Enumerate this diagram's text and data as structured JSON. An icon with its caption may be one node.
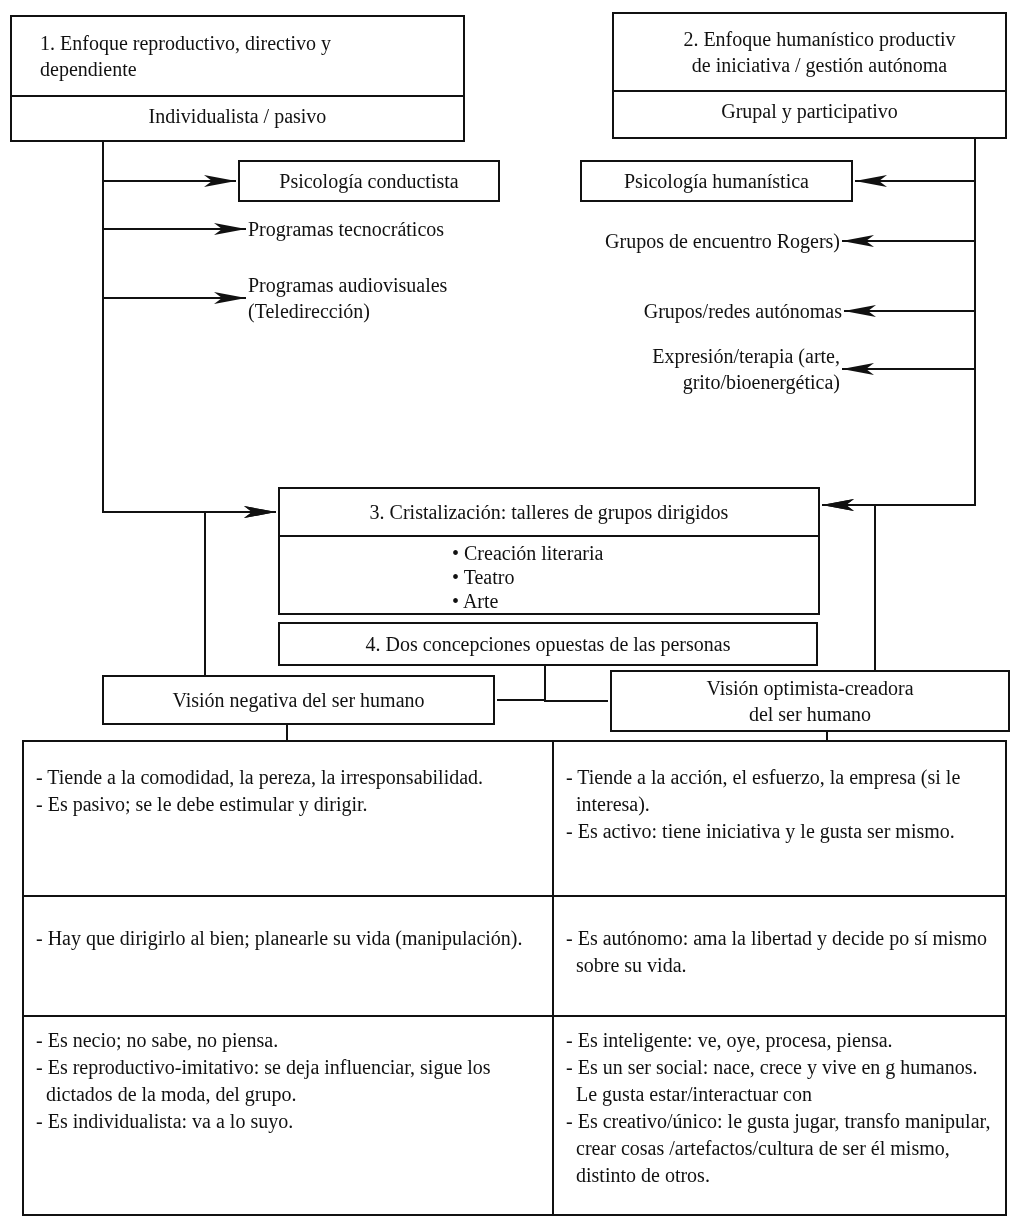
{
  "diagram": {
    "nodes": [
      {
        "text": [
          "1. Enfoque reproductivo, directivo y dependiente",
          "Individualista / pasivo"
        ]
      },
      {
        "text": [
          "2. Enfoque humanístico productiv de iniciativa / gestión autónoma",
          "Grupal y participativo"
        ]
      },
      {
        "text": [
          "Psicología conductista"
        ]
      },
      {
        "text": [
          "Programas tecnocráticos"
        ]
      },
      {
        "text": [
          "Programas audiovisuales (Teledirección)"
        ]
      },
      {
        "text": [
          "Psicología humanística"
        ]
      },
      {
        "text": [
          "Grupos de encuentro Rogers)"
        ]
      },
      {
        "text": [
          "Grupos/redes autónomas"
        ]
      },
      {
        "text": [
          "Expresión/terapia (arte, grito/bioenergética)"
        ]
      },
      {
        "text": [
          "3. Cristalización: talleres de grupos dirigidos",
          "• Creación literaria",
          "• Teatro",
          "• Arte"
        ]
      },
      {
        "text": [
          "4. Dos concepciones opuestas de las personas"
        ]
      },
      {
        "text": [
          "Visión negativa del ser humano"
        ]
      },
      {
        "text": [
          "Visión optimista-creadora del ser humano"
        ]
      }
    ],
    "edges": [
      {
        "from": 0,
        "to": 2,
        "arrow": "to"
      },
      {
        "from": 0,
        "to": 3,
        "arrow": "to"
      },
      {
        "from": 0,
        "to": 4,
        "arrow": "to"
      },
      {
        "from": 0,
        "to": 9,
        "arrow": "to"
      },
      {
        "from": 1,
        "to": 5,
        "arrow": "to"
      },
      {
        "from": 1,
        "to": 6,
        "arrow": "to"
      },
      {
        "from": 1,
        "to": 7,
        "arrow": "to"
      },
      {
        "from": 1,
        "to": 8,
        "arrow": "to"
      },
      {
        "from": 1,
        "to": 9,
        "arrow": "to"
      },
      {
        "from": 11,
        "to": 9,
        "arrow": "to"
      },
      {
        "from": 12,
        "to": 9,
        "arrow": "to"
      },
      {
        "from": 10,
        "to": 11,
        "arrow": "none"
      },
      {
        "from": 10,
        "to": 12,
        "arrow": "none"
      },
      {
        "from": 11,
        "to": null,
        "arrow": "none"
      },
      {
        "from": 12,
        "to": null,
        "arrow": "none"
      }
    ],
    "labels": [
      "- Tiende a la comodidad, la pereza, la irresponsabilidad.",
      "- Es pasivo; se le debe estimular y dirigir.",
      "- Tiende a la acción, el esfuerzo, la empresa (si le interesa).",
      "- Es activo: tiene iniciativa y le gusta ser mismo.",
      "- Hay que dirigirlo al bien; planearle su vida (manipulación).",
      "- Es autónomo: ama la libertad y decide po sí mismo sobre su vida.",
      "- Es necio; no sabe, no piensa.",
      "- Es reproductivo-imitativo: se deja influenciar, sigue los dictados de la moda, del grupo.",
      "- Es individualista: va a lo suyo.",
      "- Es inteligente: ve, oye, procesa, piensa.",
      "- Es un ser social: nace, crece y vive en g humanos. Le gusta estar/interactuar con",
      "- Es creativo/único: le gusta jugar, transfo manipular, crear cosas /artefactos/cultura de ser él mismo, distinto de otros."
    ]
  }
}
